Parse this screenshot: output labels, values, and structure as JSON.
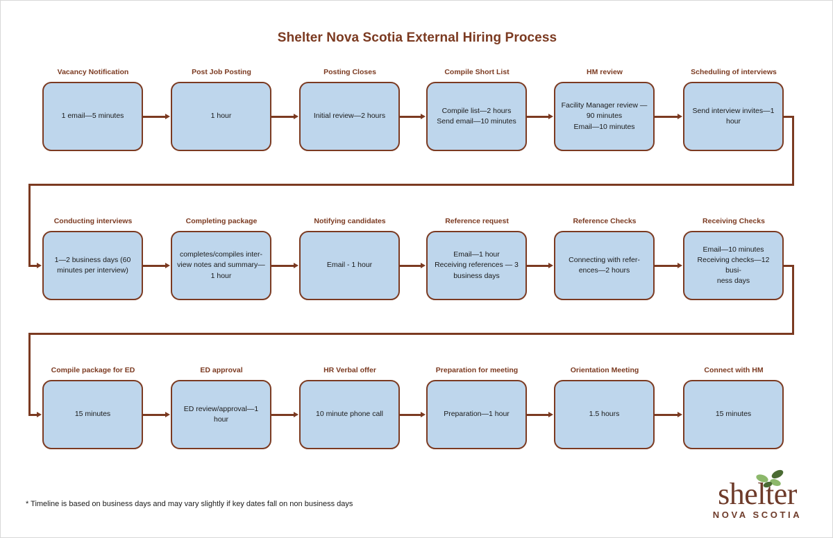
{
  "document": {
    "title": "Shelter Nova Scotia External Hiring Process",
    "footnote": "* Timeline is based on business days and may vary slightly if key dates fall on non business days"
  },
  "logo": {
    "wordmark": "shelter",
    "subtitle": "NOVA SCOTIA",
    "leaf_icon": "leaves-icon"
  },
  "colors": {
    "box_fill": "#bed6ec",
    "box_border": "#7b3a21",
    "label_text": "#7b3a21",
    "body_text": "#1a1a1a",
    "connector": "#7b3a21",
    "background": "#ffffff",
    "logo_brown": "#6e3b2a"
  },
  "chart_data": {
    "type": "diagram",
    "subtype": "flowchart",
    "title": "Shelter Nova Scotia External Hiring Process",
    "flow_direction": "left-to-right, wrapping into 3 rows",
    "node_count": 18,
    "nodes": [
      {
        "id": 1,
        "row": 1,
        "col": 1,
        "label": "Vacancy Notification",
        "body": "1 email—5 minutes"
      },
      {
        "id": 2,
        "row": 1,
        "col": 2,
        "label": "Post Job Posting",
        "body": "1 hour"
      },
      {
        "id": 3,
        "row": 1,
        "col": 3,
        "label": "Posting Closes",
        "body": "Initial review—2 hours"
      },
      {
        "id": 4,
        "row": 1,
        "col": 4,
        "label": "Compile Short List",
        "body": "Compile list—2 hours\nSend email—10 minutes"
      },
      {
        "id": 5,
        "row": 1,
        "col": 5,
        "label": "HM review",
        "body": "Facility Manager review —\n90 minutes\nEmail—10 minutes"
      },
      {
        "id": 6,
        "row": 1,
        "col": 6,
        "label": "Scheduling of interviews",
        "body": "Send interview invites—1\nhour"
      },
      {
        "id": 7,
        "row": 2,
        "col": 1,
        "label": "Conducting interviews",
        "body": "1—2 business days (60\nminutes per interview)"
      },
      {
        "id": 8,
        "row": 2,
        "col": 2,
        "label": "Completing package",
        "body": "completes/compiles inter-\nview notes and summary—\n1 hour"
      },
      {
        "id": 9,
        "row": 2,
        "col": 3,
        "label": "Notifying candidates",
        "body": "Email - 1 hour"
      },
      {
        "id": 10,
        "row": 2,
        "col": 4,
        "label": "Reference request",
        "body": "Email—1 hour\nReceiving references — 3\nbusiness days"
      },
      {
        "id": 11,
        "row": 2,
        "col": 5,
        "label": "Reference Checks",
        "body": "Connecting with refer-\nences—2 hours"
      },
      {
        "id": 12,
        "row": 2,
        "col": 6,
        "label": "Receiving Checks",
        "body": "Email—10 minutes\nReceiving checks—12 busi-\nness days"
      },
      {
        "id": 13,
        "row": 3,
        "col": 1,
        "label": "Compile package for ED",
        "body": "15 minutes"
      },
      {
        "id": 14,
        "row": 3,
        "col": 2,
        "label": "ED approval",
        "body": "ED review/approval—1\nhour"
      },
      {
        "id": 15,
        "row": 3,
        "col": 3,
        "label": "HR Verbal offer",
        "body": "10 minute phone call"
      },
      {
        "id": 16,
        "row": 3,
        "col": 4,
        "label": "Preparation for meeting",
        "body": "Preparation—1 hour"
      },
      {
        "id": 17,
        "row": 3,
        "col": 5,
        "label": "Orientation Meeting",
        "body": "1.5 hours"
      },
      {
        "id": 18,
        "row": 3,
        "col": 6,
        "label": "Connect with HM",
        "body": "15 minutes"
      }
    ],
    "edges": [
      {
        "from": 1,
        "to": 2,
        "style": "straight-arrow"
      },
      {
        "from": 2,
        "to": 3,
        "style": "straight-arrow"
      },
      {
        "from": 3,
        "to": 4,
        "style": "straight-arrow"
      },
      {
        "from": 4,
        "to": 5,
        "style": "straight-arrow"
      },
      {
        "from": 5,
        "to": 6,
        "style": "straight-arrow"
      },
      {
        "from": 6,
        "to": 7,
        "style": "wrap-elbow"
      },
      {
        "from": 7,
        "to": 8,
        "style": "straight-arrow"
      },
      {
        "from": 8,
        "to": 9,
        "style": "straight-arrow"
      },
      {
        "from": 9,
        "to": 10,
        "style": "straight-arrow"
      },
      {
        "from": 10,
        "to": 11,
        "style": "straight-arrow"
      },
      {
        "from": 11,
        "to": 12,
        "style": "straight-arrow"
      },
      {
        "from": 12,
        "to": 13,
        "style": "wrap-elbow"
      },
      {
        "from": 13,
        "to": 14,
        "style": "straight-arrow"
      },
      {
        "from": 14,
        "to": 15,
        "style": "straight-arrow"
      },
      {
        "from": 15,
        "to": 16,
        "style": "straight-arrow"
      },
      {
        "from": 16,
        "to": 17,
        "style": "straight-arrow"
      },
      {
        "from": 17,
        "to": 18,
        "style": "straight-arrow"
      }
    ]
  }
}
